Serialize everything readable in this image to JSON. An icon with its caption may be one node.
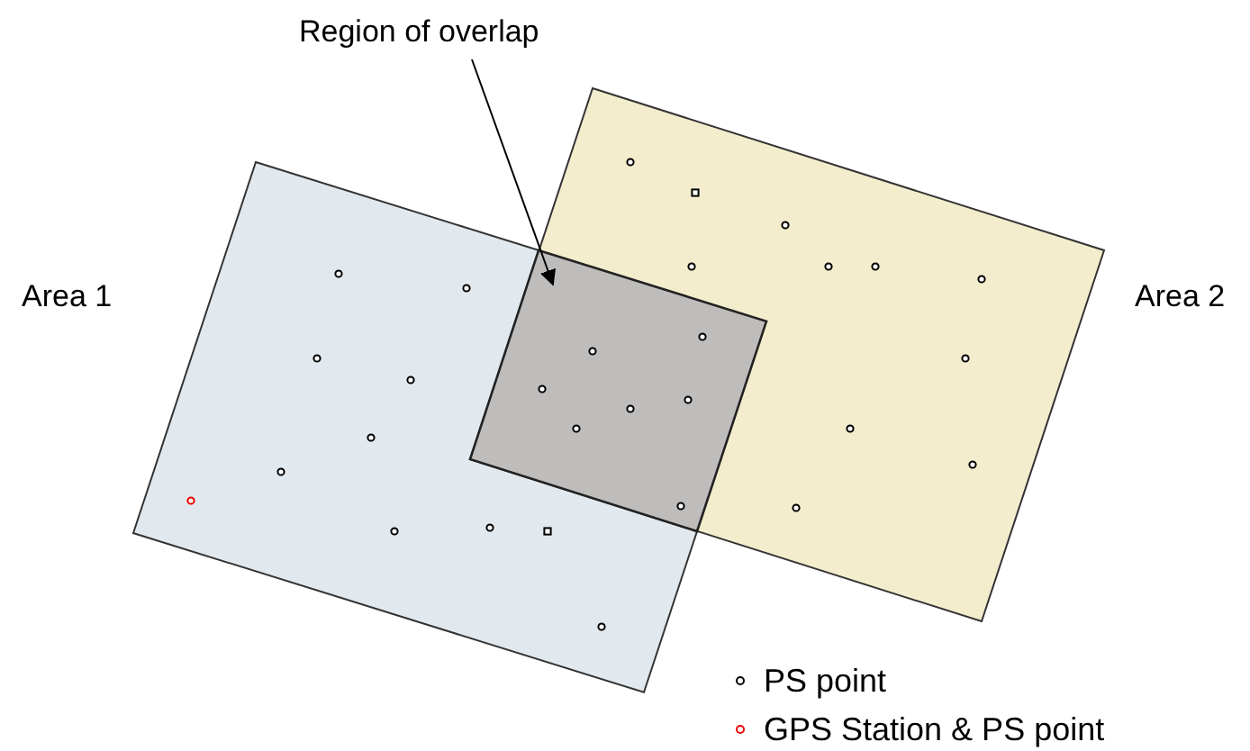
{
  "diagram": {
    "nodes": [
      {
        "text": [
          "Region of overlap"
        ]
      },
      {
        "text": [
          "Area 1"
        ]
      },
      {
        "text": [
          "Area 2"
        ]
      },
      {
        "text": [],
        "shape": "box"
      }
    ],
    "edges": [
      {
        "from": 0,
        "to": 3,
        "arrow": "to"
      }
    ],
    "legend": [
      {
        "text": "PS point"
      },
      {
        "text": "GPS Station & PS point"
      }
    ]
  }
}
